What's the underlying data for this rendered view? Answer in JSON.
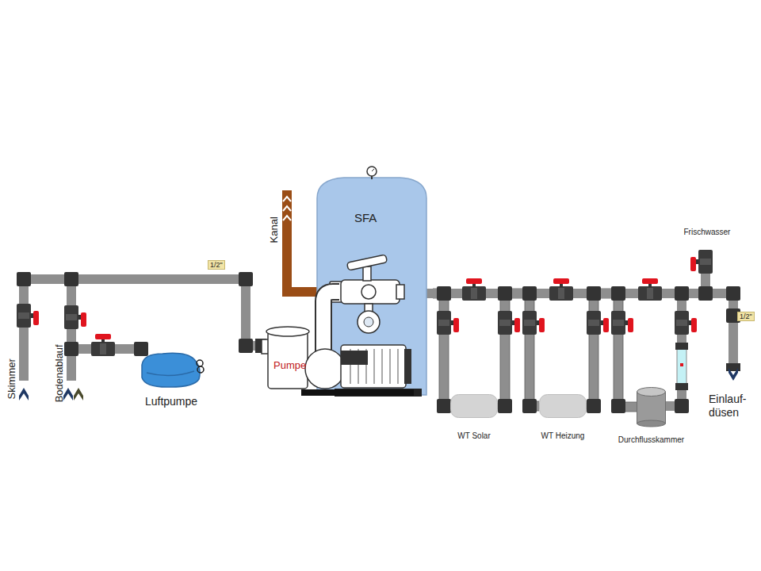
{
  "diagram": {
    "nodes": [
      {
        "text": [
          "SFA"
        ]
      },
      {
        "text": [
          "Pumpe"
        ]
      },
      {
        "text": [
          "Luftpumpe"
        ]
      },
      {
        "text": [
          "WT Solar"
        ]
      },
      {
        "text": [
          "WT Heizung"
        ]
      },
      {
        "text": [
          "Durchflusskammer"
        ]
      }
    ],
    "edges": [
      {
        "from": 0,
        "to": 3,
        "arrow": "none"
      },
      {
        "from": 3,
        "to": 4,
        "arrow": "none"
      },
      {
        "from": 4,
        "to": 5,
        "arrow": "none"
      }
    ],
    "labels": [
      "Skimmer",
      "Bodenablauf",
      "1/2\"",
      "Kanal",
      "Frischwasser",
      "1/2\"",
      "Einlauf- düsen"
    ]
  }
}
